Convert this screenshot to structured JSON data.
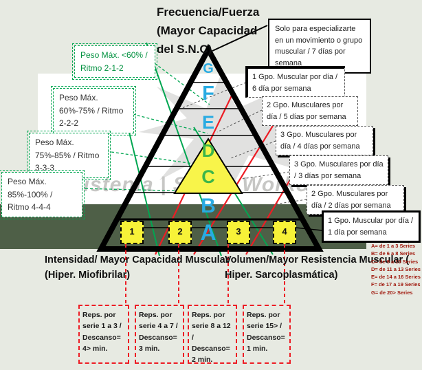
{
  "title": {
    "line1": "Frecuencia/Fuerza",
    "line2": "(Mayor Capacidad",
    "line3": "del S.N.C)"
  },
  "watermark": "Calistenia | Street Workout",
  "pyramid": {
    "letters": [
      {
        "label": "G",
        "color": "#29abe2"
      },
      {
        "label": "F",
        "color": "#29abe2"
      },
      {
        "label": "E",
        "color": "#29abe2"
      },
      {
        "label": "D",
        "color": "#3cb54a"
      },
      {
        "label": "C",
        "color": "#3cb54a"
      },
      {
        "label": "B",
        "color": "#29abe2"
      },
      {
        "label": "A",
        "color": "#29abe2"
      }
    ],
    "numbers": [
      "1",
      "2",
      "3",
      "4"
    ]
  },
  "left_callouts": [
    {
      "text": "Peso Máx. <60% / Ritmo 2-1-2"
    },
    {
      "text": "Peso Máx. 60%-75% / Ritmo 2-2-2"
    },
    {
      "text": "Peso Máx. 75%-85% / Ritmo 3-3-3"
    },
    {
      "text": "Peso Máx. 85%-100% / Ritmo 4-4-4"
    }
  ],
  "right_callouts": {
    "top": "Solo para especializarte en un movimiento o grupo muscular / 7 días por semana",
    "items": [
      {
        "text": "1 Gpo. Muscular por día / 6 día por semana"
      },
      {
        "text": "2 Gpo. Musculares por día / 5 días por semana"
      },
      {
        "text": "3 Gpo. Musculares por día / 4 días por semana"
      },
      {
        "text": "3 Gpo. Musculares por día / 3 días por semana"
      },
      {
        "text": "2 Gpo. Musculares por día / 2 días por semana"
      },
      {
        "text": "1 Gpo. Muscular por día / 1 día por semana"
      }
    ]
  },
  "bottom_labels": {
    "left": "Intensidad/ Mayor Capacidad Muscular (Hiper. Miofibrilar)",
    "right": "Volumen/Mayor Resistencia Muscular ( Hiper. Sarcoplasmática)"
  },
  "rep_boxes": [
    {
      "text": "Reps. por serie 1 a 3 / Descanso= 4> min."
    },
    {
      "text": "Reps. por serie 4 a 7 / Descanso= 3 min."
    },
    {
      "text": "Reps. por serie 8 a 12 / Descanso= 2 min."
    },
    {
      "text": "Reps. por serie 15> / Descanso= 1 min."
    }
  ],
  "series_legend": [
    {
      "text": "A= de 1 a 3 Series"
    },
    {
      "text": "B= de 6 a 8 Series"
    },
    {
      "text": "C= de 9 a 10 Series"
    },
    {
      "text": "D= de 11 a 13 Series"
    },
    {
      "text": "E= de 14 a 16 Series"
    },
    {
      "text": "F= de 17 a 19 Series"
    },
    {
      "text": "G= de 20> Series"
    }
  ],
  "colors": {
    "accent_red": "#ed1c24",
    "accent_green": "#00a651",
    "letter_cyan": "#29abe2",
    "letter_green": "#3cb54a",
    "level_yellow": "#f7f238",
    "dark_stripe": "#4e5f47"
  }
}
